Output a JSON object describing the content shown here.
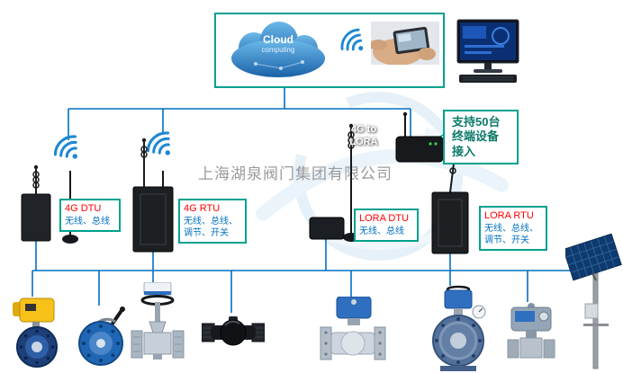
{
  "watermark": {
    "company": "上海湖泉阀门集团有限公司"
  },
  "cloud": {
    "title": "Cloud",
    "subtitle": "computing"
  },
  "gateway_label": {
    "line1": "4G to",
    "line2": "LORA"
  },
  "note_box": {
    "line1": "支持50台",
    "line2": "终端设备",
    "line3": "接入"
  },
  "devices": [
    {
      "id": "4g-dtu",
      "name": "4G DTU",
      "desc_lines": [
        "无线、总线"
      ]
    },
    {
      "id": "4g-rtu",
      "name": "4G RTU",
      "desc_lines": [
        "无线、总线、",
        "调节、开关"
      ]
    },
    {
      "id": "lora-dtu",
      "name": "LORA DTU",
      "desc_lines": [
        "无线、总线"
      ]
    },
    {
      "id": "lora-rtu",
      "name": "LORA RTU",
      "desc_lines": [
        "无线、总线、",
        "调节、开关"
      ]
    }
  ],
  "colors": {
    "line_blue": "#0070C0",
    "box_border_teal": "#00A18F",
    "device_name_red": "#FF0000",
    "desc_blue": "#0070C0",
    "note_text_teal": "#0A7A68",
    "wifi_blue": "#1E88D2"
  }
}
